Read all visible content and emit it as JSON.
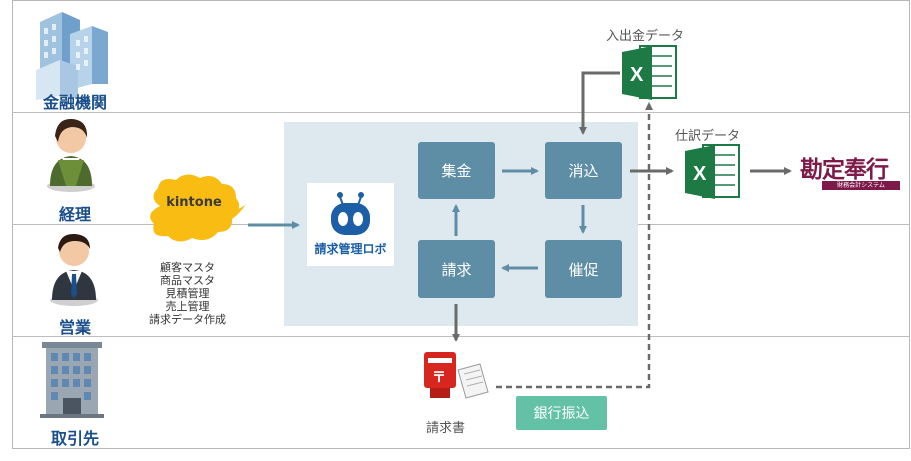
{
  "lanes": [
    {
      "label": "金融機関"
    },
    {
      "label": "経理"
    },
    {
      "label": "営業"
    },
    {
      "label": "取引先"
    }
  ],
  "kintone": {
    "logo_text": "kintone",
    "features": [
      "顧客マスタ",
      "商品マスタ",
      "見積管理",
      "売上管理",
      "請求データ作成"
    ]
  },
  "robot": {
    "label": "請求管理ロボ"
  },
  "process": {
    "collect": "集金",
    "reconcile": "消込",
    "invoice": "請求",
    "reminder": "催促"
  },
  "files": {
    "deposit_data": "入出金データ",
    "journal_data": "仕訳データ"
  },
  "accounting_software": {
    "name": "勘定奉行",
    "subtitle": "財務会計システム"
  },
  "invoice_doc": {
    "label": "請求書"
  },
  "bank_transfer": {
    "label": "銀行振込"
  },
  "icons": [
    "building-icon",
    "accountant-icon",
    "salesperson-icon",
    "office-building-icon",
    "excel-icon",
    "postbox-icon",
    "document-icon",
    "robot-icon"
  ]
}
